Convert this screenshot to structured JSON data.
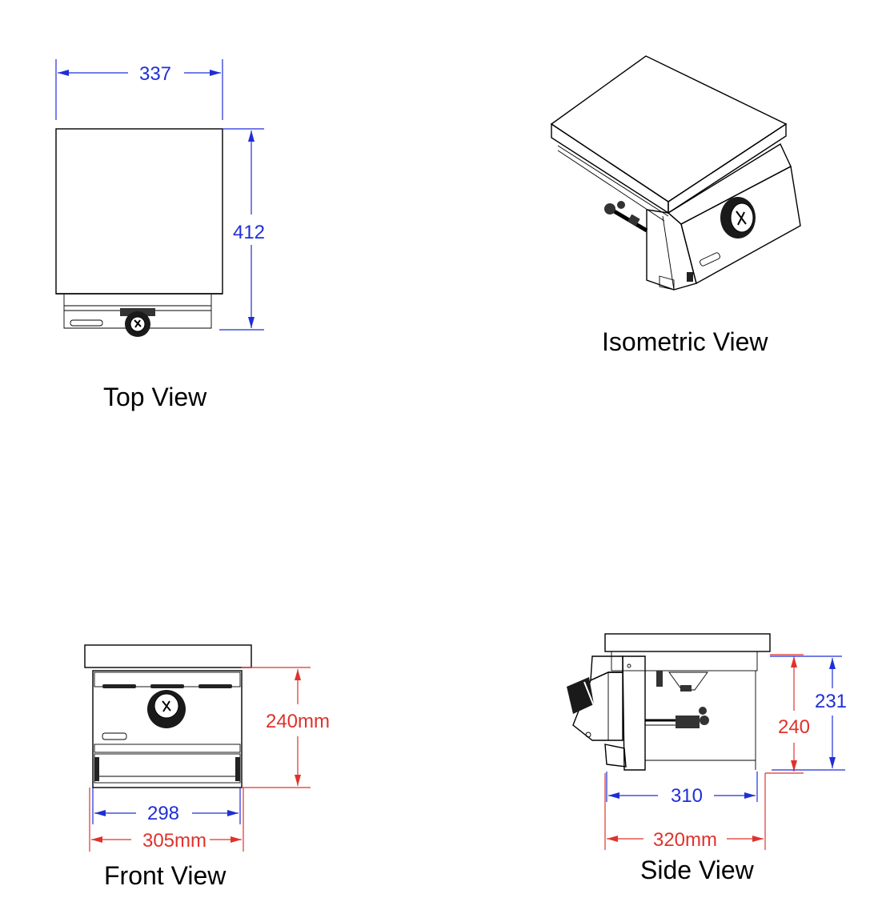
{
  "views": {
    "top": {
      "label": "Top View",
      "width": "337",
      "depth": "412"
    },
    "isometric": {
      "label": "Isometric View"
    },
    "front": {
      "label": "Front View",
      "height": "240mm",
      "inner_width": "298",
      "outer_width": "305mm"
    },
    "side": {
      "label": "Side View",
      "height_outer": "240",
      "height_inner": "231",
      "inner_depth": "310",
      "outer_depth": "320mm"
    }
  },
  "colors": {
    "primary_dimension": "#1f2fd6",
    "secondary_dimension": "#e0322b",
    "line": "#000000"
  }
}
